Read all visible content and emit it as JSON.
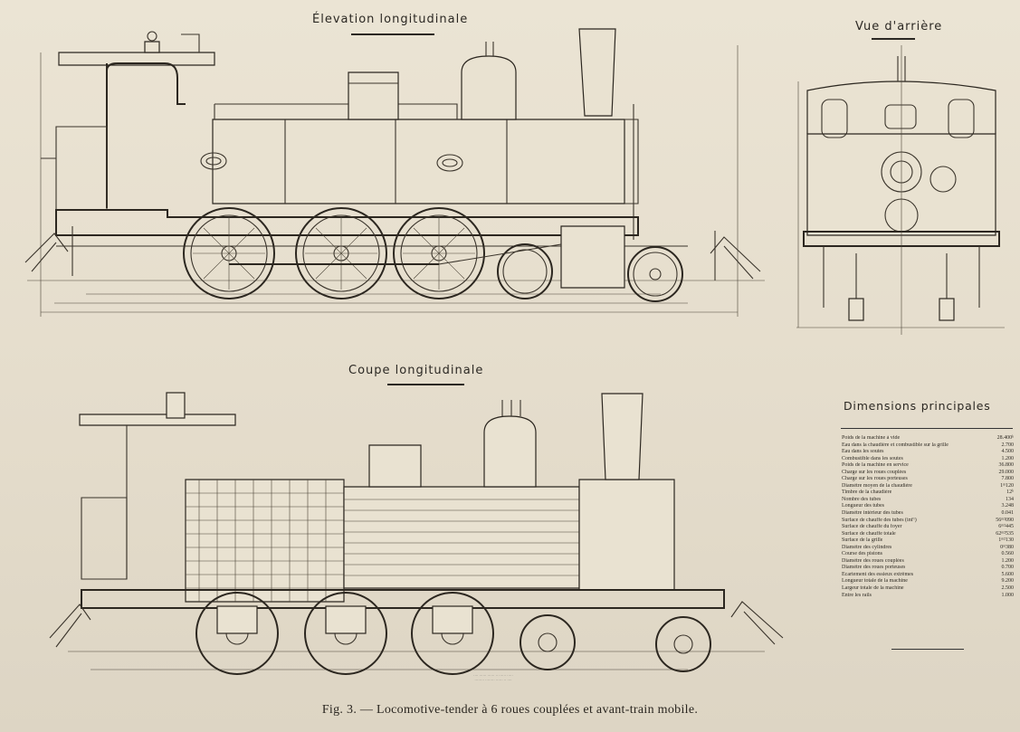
{
  "views": {
    "elevation_title": "Élevation longitudinale",
    "rear_title": "Vue d'arrière",
    "section_title": "Coupe longitudinale"
  },
  "dimensions": {
    "title": "Dimensions principales",
    "rows": [
      {
        "label": "Poids de la machine à vide",
        "value": "28.400ᵏ"
      },
      {
        "label": "Eau dans la chaudière et combustible sur la grille",
        "value": "2.700"
      },
      {
        "label": "Eau dans les soutes",
        "value": "4.500"
      },
      {
        "label": "Combustible dans les soutes",
        "value": "1.200"
      },
      {
        "label": "Poids de la machine en service",
        "value": "36.800"
      },
      {
        "label": "Charge sur les roues couplées",
        "value": "29.000"
      },
      {
        "label": "Charge sur les roues porteuses",
        "value": "7.800"
      },
      {
        "label": "Diamètre moyen de la chaudière",
        "value": "1ᵐ120"
      },
      {
        "label": "Timbre de la chaudière",
        "value": "12ᵏ"
      },
      {
        "label": "Nombre des tubes",
        "value": "134"
      },
      {
        "label": "Longueur des tubes",
        "value": "3.248"
      },
      {
        "label": "Diamètre intérieur des tubes",
        "value": "0.041"
      },
      {
        "label": "Surface de chauffe des tubes (int'ʳ)",
        "value": "56ᵐ²090"
      },
      {
        "label": "Surface de chauffe du foyer",
        "value": "6ᵐ²445"
      },
      {
        "label": "Surface de chauffe totale",
        "value": "62ᵐ²535"
      },
      {
        "label": "Surface de la grille",
        "value": "1ᵐ²130"
      },
      {
        "label": "Diamètre des cylindres",
        "value": "0ᵐ380"
      },
      {
        "label": "Course des pistons",
        "value": "0.560"
      },
      {
        "label": "Diamètre des roues couplées",
        "value": "1.200"
      },
      {
        "label": "Diamètre des roues porteuses",
        "value": "0.700"
      },
      {
        "label": "Ecartement des essieux extrêmes",
        "value": "5.600"
      },
      {
        "label": "Longueur totale de la machine",
        "value": "9.200"
      },
      {
        "label": "Largeur totale de la machine",
        "value": "2.500"
      },
      {
        "label": "Entre les rails",
        "value": "1.000"
      }
    ]
  },
  "caption": "Fig. 3. — Locomotive-tender à 6 roues couplées et avant-train mobile.",
  "colors": {
    "paper": "#e7e0cf",
    "ink": "#2b2823"
  }
}
